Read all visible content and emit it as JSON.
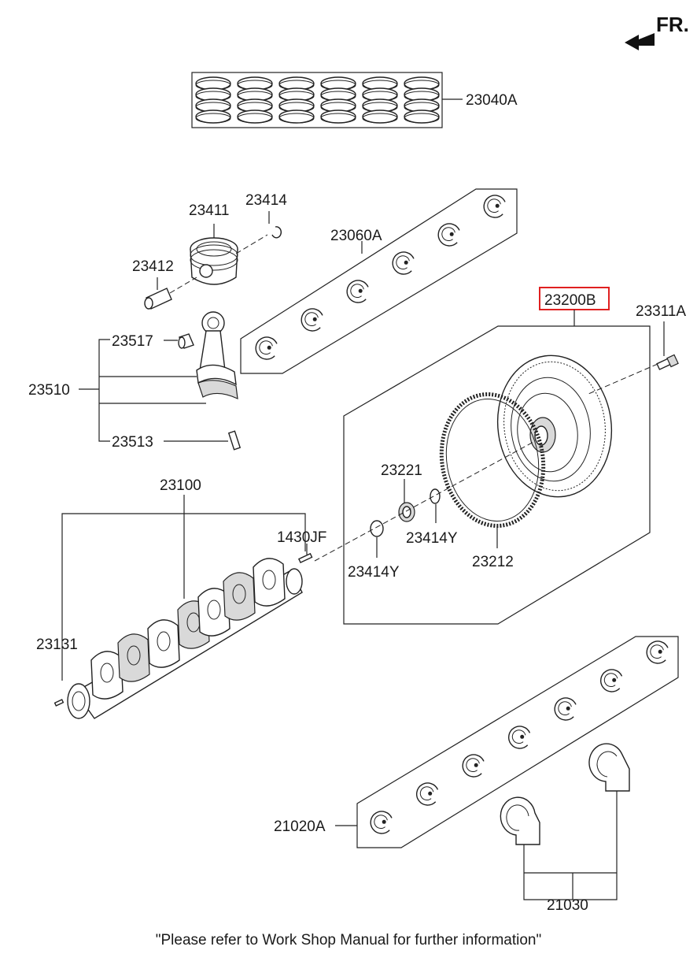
{
  "orientation": {
    "label": "FR.",
    "icon": "front-direction-arrow-icon"
  },
  "highlight_color": "#e02020",
  "footer": "\"Please refer to Work Shop Manual for further information\"",
  "parts": {
    "p23040A": "23040A",
    "p23411": "23411",
    "p23414": "23414",
    "p23412": "23412",
    "p23060A": "23060A",
    "p23517": "23517",
    "p23510": "23510",
    "p23513": "23513",
    "p23200B": "23200B",
    "p23311A": "23311A",
    "p23221": "23221",
    "p23414Y_a": "23414Y",
    "p23414Y_b": "23414Y",
    "p23212": "23212",
    "p23100": "23100",
    "p1430JF": "1430JF",
    "p23131": "23131",
    "p21020A": "21020A",
    "p21030": "21030"
  }
}
